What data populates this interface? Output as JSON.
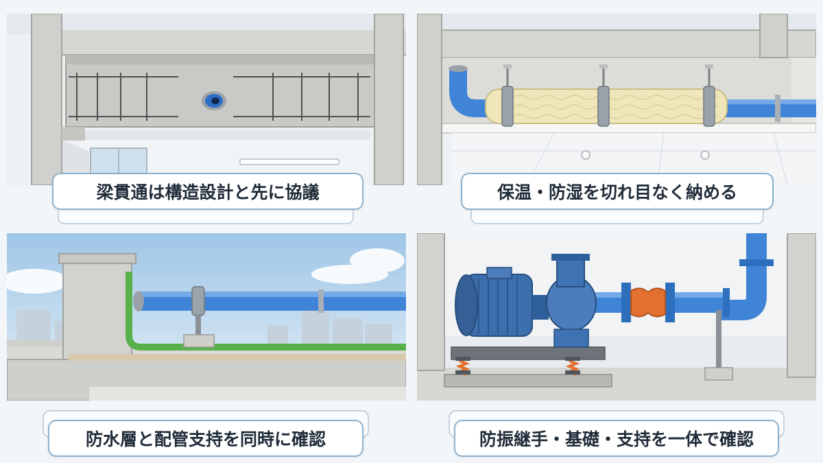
{
  "panels": [
    {
      "id": "beam-penetration",
      "caption": "梁貫通は構造設計と先に協議"
    },
    {
      "id": "insulation",
      "caption": "保温・防湿を切れ目なく納める"
    },
    {
      "id": "rooftop-waterproofing",
      "caption": "防水層と配管支持を同時に確認"
    },
    {
      "id": "pump-vibration",
      "caption": "防振継手・基礎・支持を一体で確認"
    }
  ],
  "colors": {
    "concrete": "#d4d4d1",
    "pipe_blue": "#3f84d6",
    "insulation": "#efe6b9",
    "waterproof_green": "#58b04a",
    "flex_joint_orange": "#e2702e",
    "caption_border": "#8fb1cc"
  }
}
